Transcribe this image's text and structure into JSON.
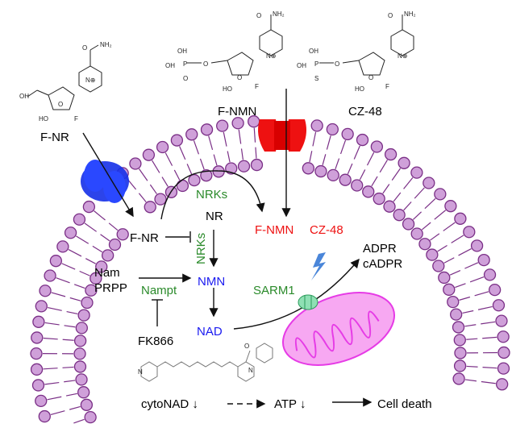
{
  "compounds": {
    "fnr": "F-NR",
    "fnmn": "F-NMN",
    "cz48": "CZ-48"
  },
  "pathway": {
    "nrks_top": "NRKs",
    "nr": "NR",
    "fnr_inner": "F-NR",
    "nrks_vertical": "NRKs",
    "fnmn_inner": "F-NMN",
    "cz48_inner": "CZ-48",
    "nam": "Nam",
    "prpp": "PRPP",
    "nampt": "Nampt",
    "nmn": "NMN",
    "nad": "NAD",
    "fk866": "FK866",
    "sarm1": "SARM1",
    "adpr": "ADPR",
    "cadpr": "cADPR",
    "cytonad": "cytoNAD ↓",
    "atp": "ATP ↓",
    "cell_death": "Cell death"
  },
  "structure_atoms": {
    "nh2": "NH₂",
    "o": "O",
    "oh": "OH",
    "ho": "HO",
    "f": "F",
    "n_plus": "N⊕",
    "p": "P",
    "s": "S",
    "n": "N",
    "nh": "N\nH"
  },
  "colors": {
    "membrane": "#7a2f86",
    "lipid_fill": "#cfa0d9",
    "transporter_blue": "#1530e8",
    "channel_red": "#ee1111",
    "enzyme_green": "#2a8a2a",
    "metabolite_blue": "#1a1af0",
    "fluoro_red": "#ee1111",
    "mitochondrion": "#e63be6",
    "sarm1": "#6fd19a",
    "lightning": "#4a86d9"
  }
}
